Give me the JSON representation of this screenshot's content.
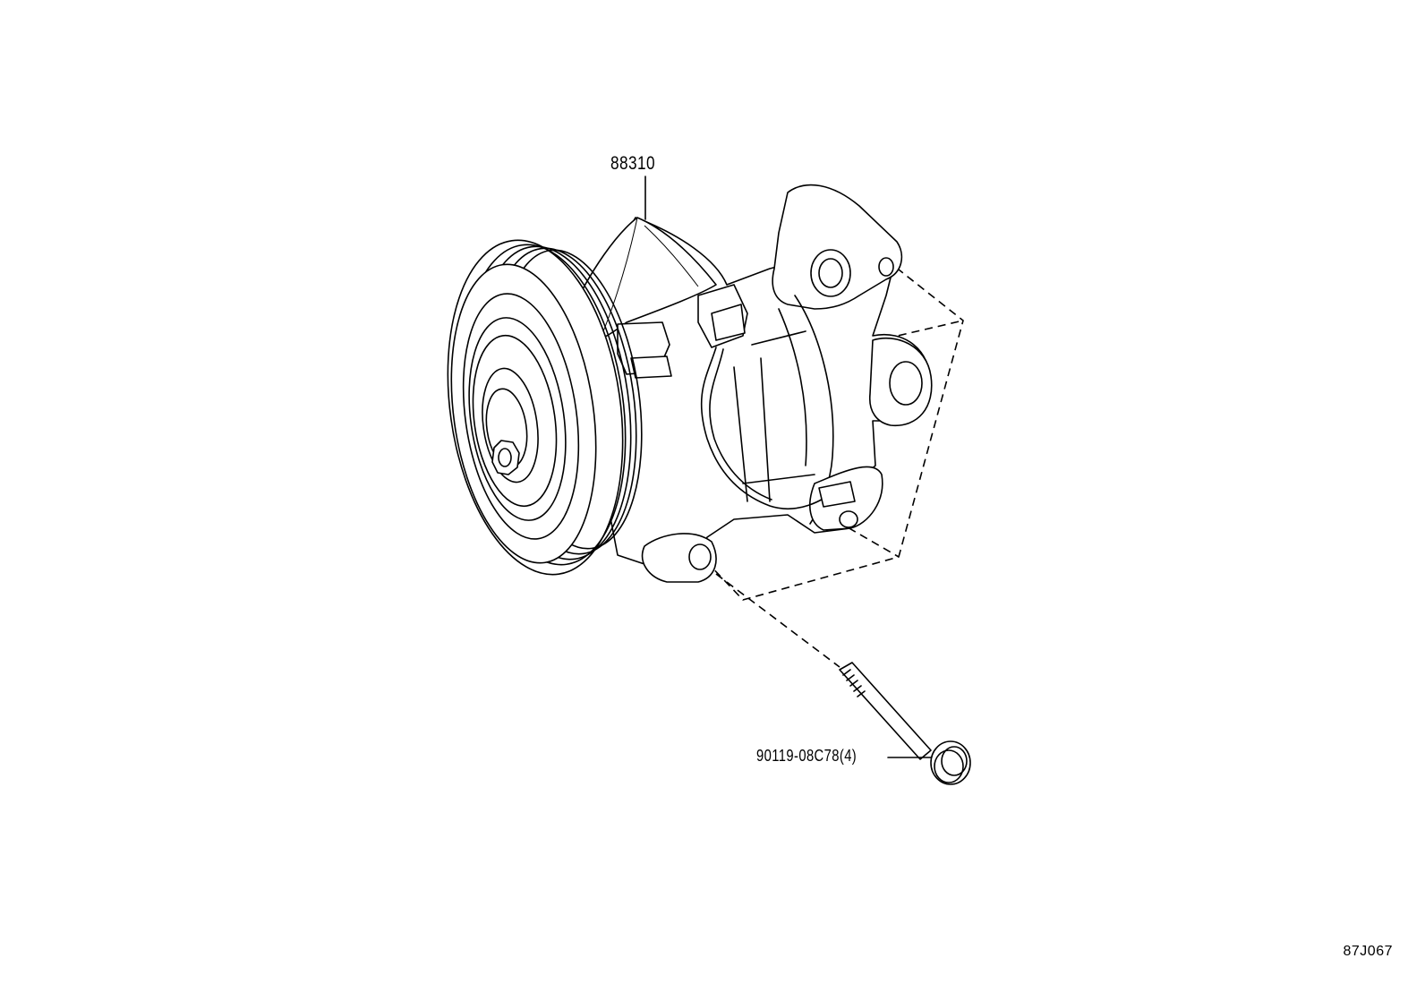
{
  "parts": {
    "compressor": {
      "number": "88310"
    },
    "bolt": {
      "number": "90119-08C78(4)"
    }
  },
  "figure": {
    "code": "87J067"
  },
  "colors": {
    "line": "#000000",
    "background": "#ffffff"
  }
}
